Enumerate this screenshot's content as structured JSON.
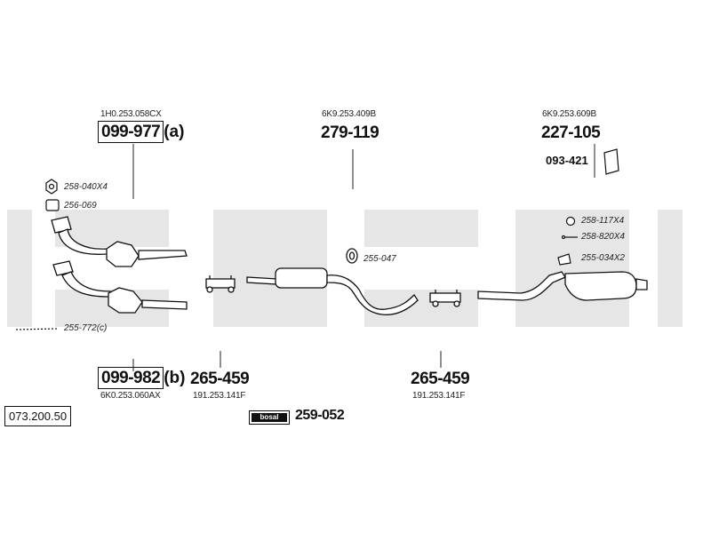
{
  "catalog_number": "073.200.50",
  "watermark": "bosal",
  "parts": {
    "front_pipe_a": {
      "oe": "1H0.253.058CX",
      "number": "099-977",
      "suffix": "(a)"
    },
    "front_pipe_b": {
      "oe": "6K0.253.060AX",
      "number": "099-982",
      "suffix": "(b)"
    },
    "clamp_left": {
      "oe": "191.253.141F",
      "number": "265-459"
    },
    "middle_silencer": {
      "oe": "6K9.253.409B",
      "number": "279-119"
    },
    "clamp_right": {
      "oe": "191.253.141F",
      "number": "265-459"
    },
    "rear_silencer": {
      "oe": "6K9.253.609B",
      "number": "227-105"
    },
    "mounting_kit": {
      "number": "093-421"
    },
    "paste": {
      "number": "259-052",
      "logo": "bosal"
    }
  },
  "accessories": {
    "nut": "258-040X4",
    "gasket_front": "256-069",
    "cable": "255-772(c)",
    "rubber_mount": "255-047",
    "ring": "258-117X4",
    "bolt": "258-820X4",
    "bracket": "255-034X2"
  }
}
